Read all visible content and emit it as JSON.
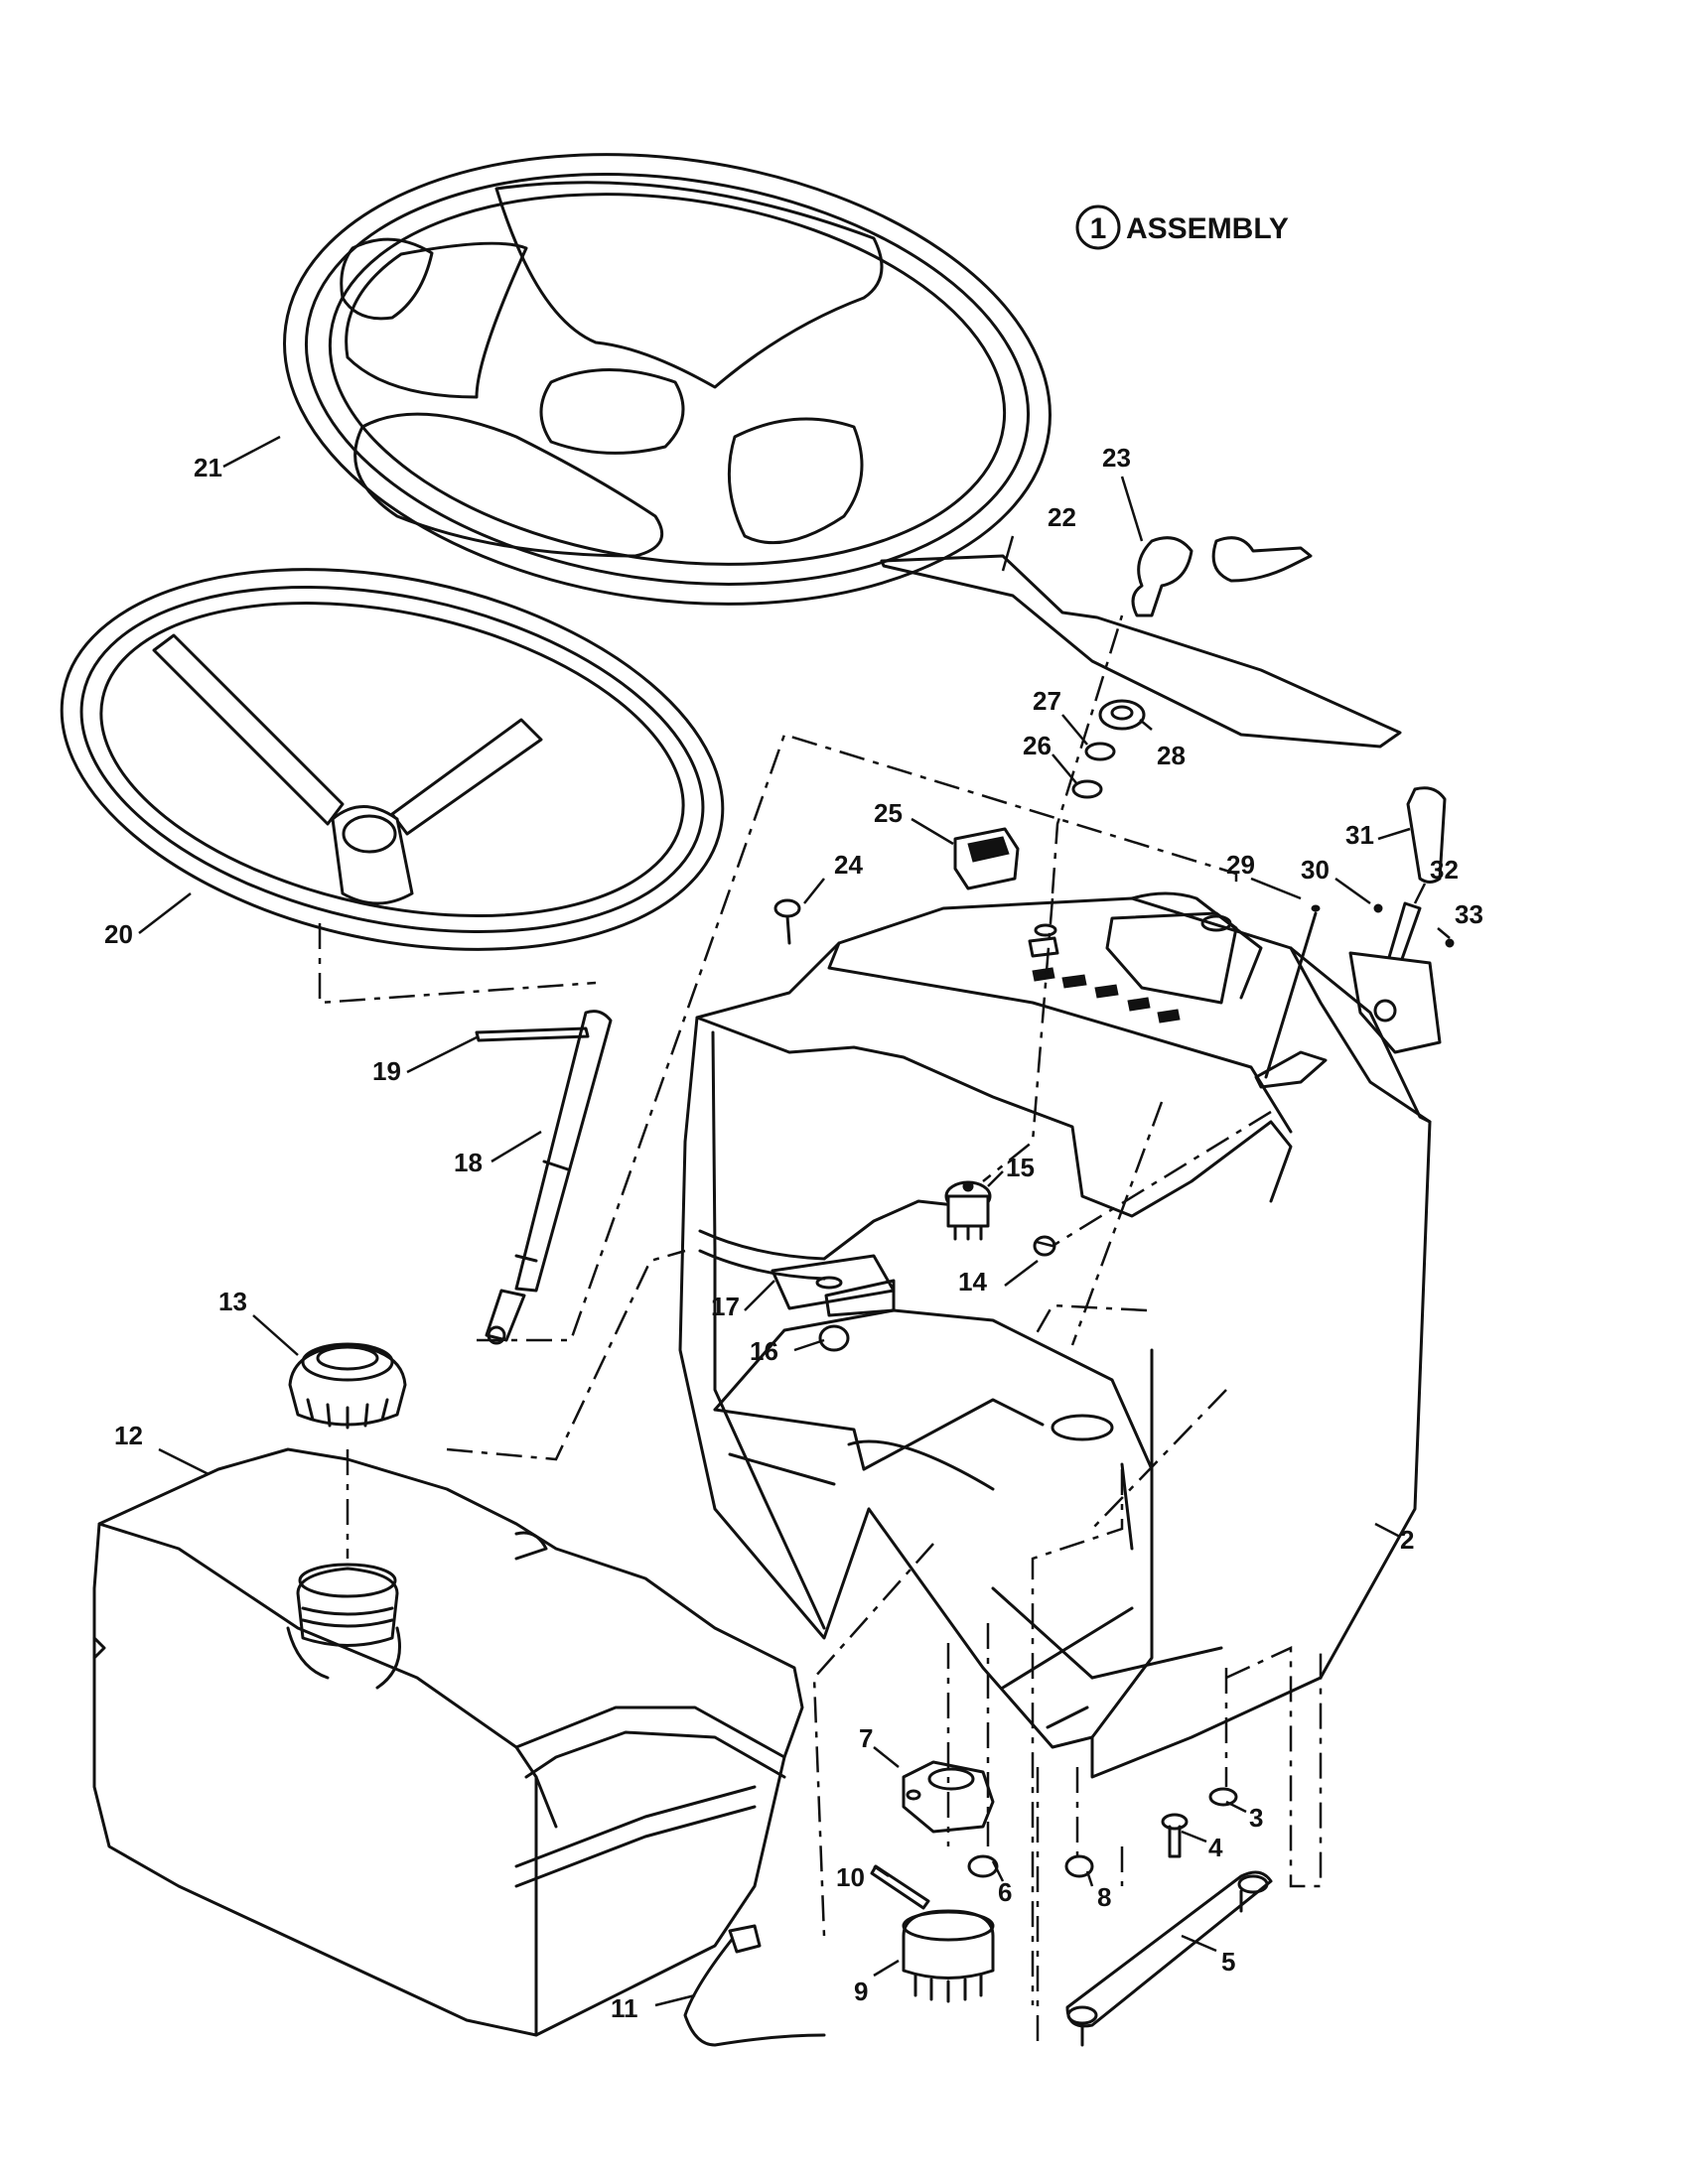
{
  "assembly_label": {
    "number": "1",
    "text": "ASSEMBLY"
  },
  "callouts": [
    {
      "id": "c2",
      "label": "2"
    },
    {
      "id": "c3",
      "label": "3"
    },
    {
      "id": "c4",
      "label": "4"
    },
    {
      "id": "c5",
      "label": "5"
    },
    {
      "id": "c6",
      "label": "6"
    },
    {
      "id": "c7",
      "label": "7"
    },
    {
      "id": "c8",
      "label": "8"
    },
    {
      "id": "c9",
      "label": "9"
    },
    {
      "id": "c10",
      "label": "10"
    },
    {
      "id": "c11",
      "label": "11"
    },
    {
      "id": "c12",
      "label": "12"
    },
    {
      "id": "c13",
      "label": "13"
    },
    {
      "id": "c14",
      "label": "14"
    },
    {
      "id": "c15",
      "label": "15"
    },
    {
      "id": "c16",
      "label": "16"
    },
    {
      "id": "c17",
      "label": "17"
    },
    {
      "id": "c18",
      "label": "18"
    },
    {
      "id": "c19",
      "label": "19"
    },
    {
      "id": "c20",
      "label": "20"
    },
    {
      "id": "c21",
      "label": "21"
    },
    {
      "id": "c22",
      "label": "22"
    },
    {
      "id": "c23",
      "label": "23"
    },
    {
      "id": "c24",
      "label": "24"
    },
    {
      "id": "c25",
      "label": "25"
    },
    {
      "id": "c26",
      "label": "26"
    },
    {
      "id": "c27",
      "label": "27"
    },
    {
      "id": "c28",
      "label": "28"
    },
    {
      "id": "c29",
      "label": "29"
    },
    {
      "id": "c30",
      "label": "30"
    },
    {
      "id": "c31",
      "label": "31"
    },
    {
      "id": "c32",
      "label": "32"
    },
    {
      "id": "c33",
      "label": "33"
    }
  ]
}
